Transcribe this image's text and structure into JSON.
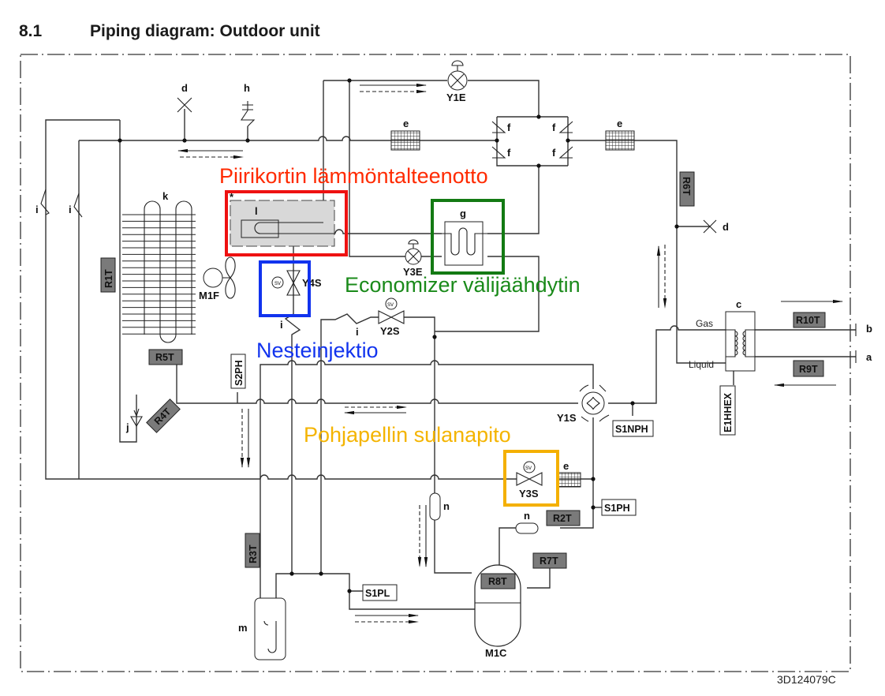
{
  "heading": {
    "number": "8.1",
    "title": "Piping diagram: Outdoor unit"
  },
  "doc_id": "3D124079C",
  "components": {
    "a": "a",
    "b": "b",
    "c": "c",
    "d": "d",
    "e": "e",
    "f": "f",
    "g": "g",
    "h": "h",
    "i": "i",
    "j": "j",
    "k": "k",
    "l": "l",
    "m": "m",
    "n": "n",
    "star": "*"
  },
  "valves": {
    "Y1E": "Y1E",
    "Y3E": "Y3E",
    "Y2S": "Y2S",
    "Y3S": "Y3S",
    "Y4S": "Y4S",
    "Y1S": "Y1S",
    "sv": "SV"
  },
  "motors": {
    "fan": "M1F",
    "compressor": "M1C"
  },
  "sensors": [
    "R1T",
    "R2T",
    "R3T",
    "R4T",
    "R5T",
    "R6T",
    "R7T",
    "R8T",
    "R9T",
    "R10T"
  ],
  "switches": {
    "S1PH": "S1PH",
    "S1PL": "S1PL",
    "S1NPH": "S1NPH",
    "S2PH": "S2PH",
    "E1HHEX": "E1HHEX"
  },
  "heat_exchanger_labels": {
    "gas": "Gas",
    "liquid": "Liquid"
  },
  "annotations": [
    {
      "text": "Piirikortin lämmöntalteenotto",
      "color": "#ff2a00",
      "box_color": "#ee1111"
    },
    {
      "text": "Economizer välijäähdytin",
      "color": "#1a8a1a",
      "box_color": "#137a13"
    },
    {
      "text": "Nesteinjektio",
      "color": "#1133ee",
      "box_color": "#1133ee"
    },
    {
      "text": "Pohjapellin sulanapito",
      "color": "#f4b400",
      "box_color": "#f4b000"
    }
  ]
}
